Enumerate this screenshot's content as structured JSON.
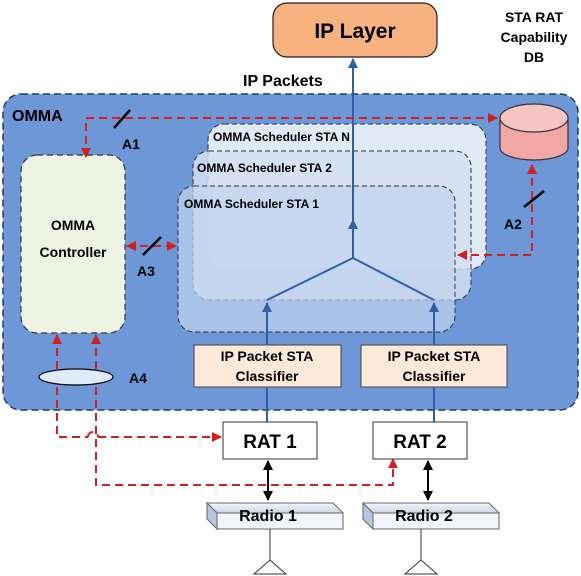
{
  "ip_layer": {
    "label": "IP Layer"
  },
  "ip_packets": {
    "label": "IP Packets"
  },
  "omma": {
    "label": "OMMA"
  },
  "controller": {
    "line1": "OMMA",
    "line2": "Controller"
  },
  "schedulers": {
    "sta_n": "OMMA Scheduler STA N",
    "sta_2": "OMMA Scheduler STA 2",
    "sta_1": "OMMA Scheduler STA 1"
  },
  "classifiers": [
    {
      "line1": "IP Packet STA",
      "line2": "Classifier"
    },
    {
      "line1": "IP Packet STA",
      "line2": "Classifier"
    }
  ],
  "rats": [
    "RAT 1",
    "RAT 2"
  ],
  "radios": [
    "Radio 1",
    "Radio 2"
  ],
  "db": {
    "line1": "STA RAT",
    "line2": "Capability",
    "line3": "DB"
  },
  "interfaces": {
    "a1": "A1",
    "a2": "A2",
    "a3": "A3",
    "a4": "A4"
  },
  "colors": {
    "omma_fill": "#6d97d6",
    "controller_fill": "#eef3e4",
    "ip_layer_fill": "#f7b27f",
    "classifier_fill": "#fde9d9",
    "db_fill": "#f2a6a6",
    "arrow_red": "#d02020",
    "arrow_blue": "#2f5fa8"
  }
}
